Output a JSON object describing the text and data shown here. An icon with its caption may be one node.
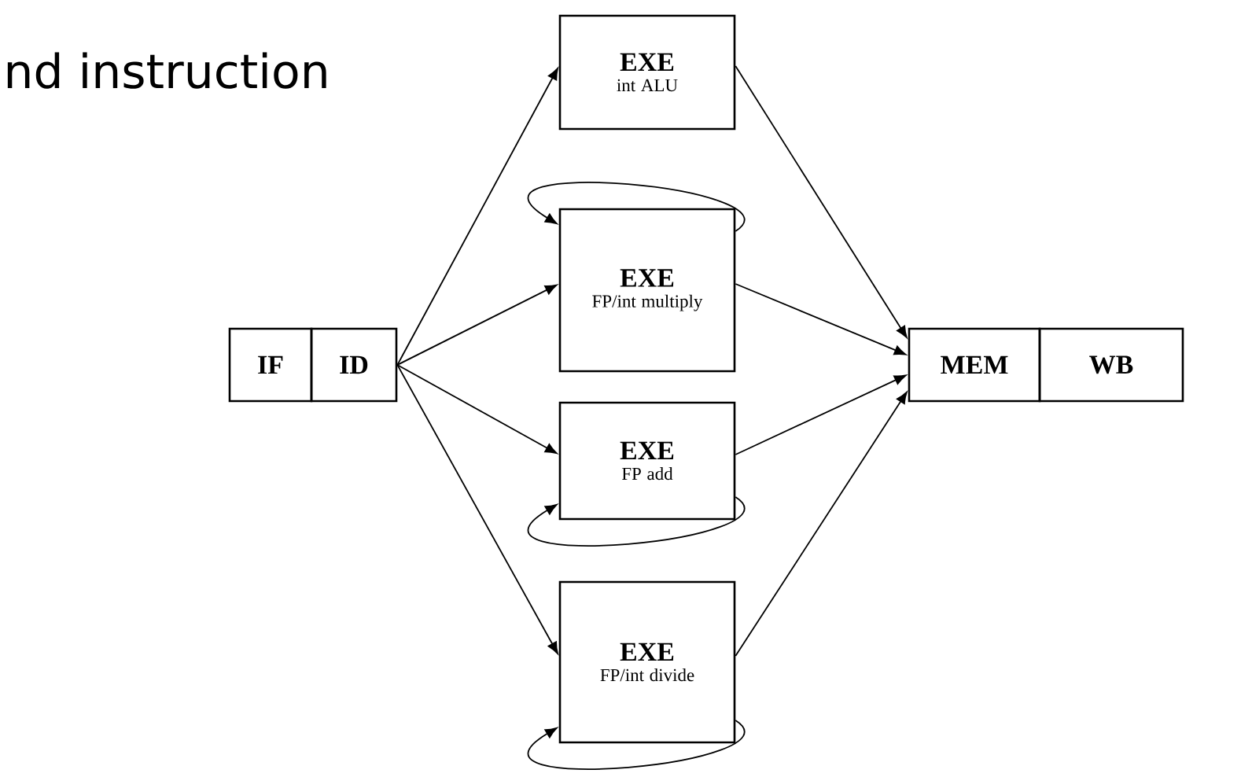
{
  "diagram": {
    "nodes": [
      {
        "text": [
          "IF"
        ]
      },
      {
        "text": [
          "ID"
        ]
      },
      {
        "text": [
          "EXE",
          "int ALU"
        ]
      },
      {
        "text": [
          "EXE",
          "FP/int multiply"
        ]
      },
      {
        "text": [
          "EXE",
          "FP add"
        ]
      },
      {
        "text": [
          "EXE",
          "FP/int divide"
        ]
      },
      {
        "text": [
          "MEM"
        ]
      },
      {
        "text": [
          "WB"
        ]
      }
    ],
    "edges": [
      {
        "from": 1,
        "to": 2,
        "arrow": "to"
      },
      {
        "from": 1,
        "to": 3,
        "arrow": "to"
      },
      {
        "from": 1,
        "to": 4,
        "arrow": "to"
      },
      {
        "from": 1,
        "to": 5,
        "arrow": "to"
      },
      {
        "from": 3,
        "to": 3,
        "arrow": "to"
      },
      {
        "from": 4,
        "to": 4,
        "arrow": "to"
      },
      {
        "from": 5,
        "to": 5,
        "arrow": "to"
      },
      {
        "from": 2,
        "to": 6,
        "arrow": "to"
      },
      {
        "from": 3,
        "to": 6,
        "arrow": "to"
      },
      {
        "from": 4,
        "to": 6,
        "arrow": "to"
      },
      {
        "from": 5,
        "to": 6,
        "arrow": "to"
      }
    ],
    "labels": [
      "nd instruction"
    ]
  }
}
